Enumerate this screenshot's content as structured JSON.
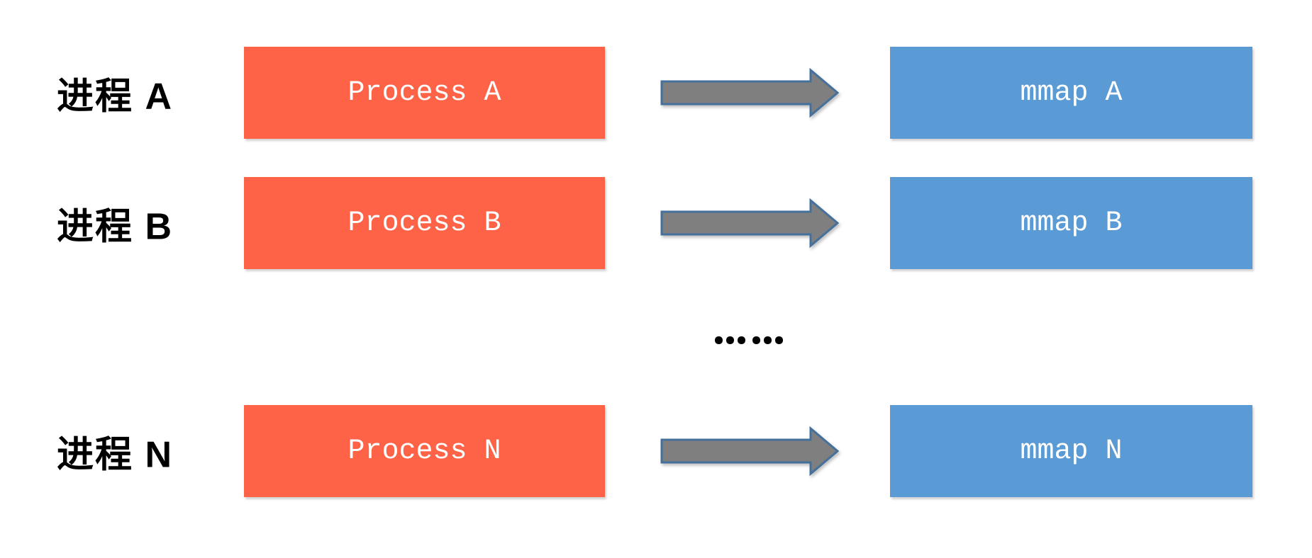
{
  "diagram": {
    "background": "#ffffff",
    "colors": {
      "process_box_fill": "#FF6347",
      "mmap_box_fill": "#5B9BD5",
      "arrow_fill": "#7F7F7F",
      "arrow_stroke": "#44709B",
      "label_text": "#000000",
      "box_text": "#ffffff"
    },
    "rows": [
      {
        "label": "进程 A",
        "process": "Process A",
        "mmap": "mmap A"
      },
      {
        "label": "进程 B",
        "process": "Process B",
        "mmap": "mmap B"
      },
      {
        "label": "进程 N",
        "process": "Process N",
        "mmap": "mmap N"
      }
    ],
    "ellipsis": "……"
  }
}
